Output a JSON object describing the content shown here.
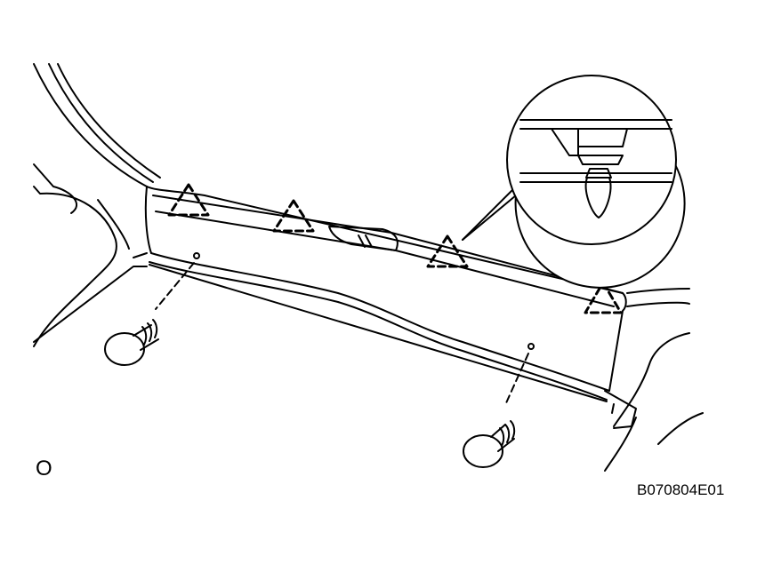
{
  "figure": {
    "marker": "O",
    "id": "B070804E01"
  },
  "colors": {
    "line": "#000000",
    "background": "#ffffff"
  },
  "parts": {
    "trim_panel": "trim-panel",
    "clips_shown": 4,
    "screws_shown": 2,
    "detail_callout": "clip-detail"
  }
}
